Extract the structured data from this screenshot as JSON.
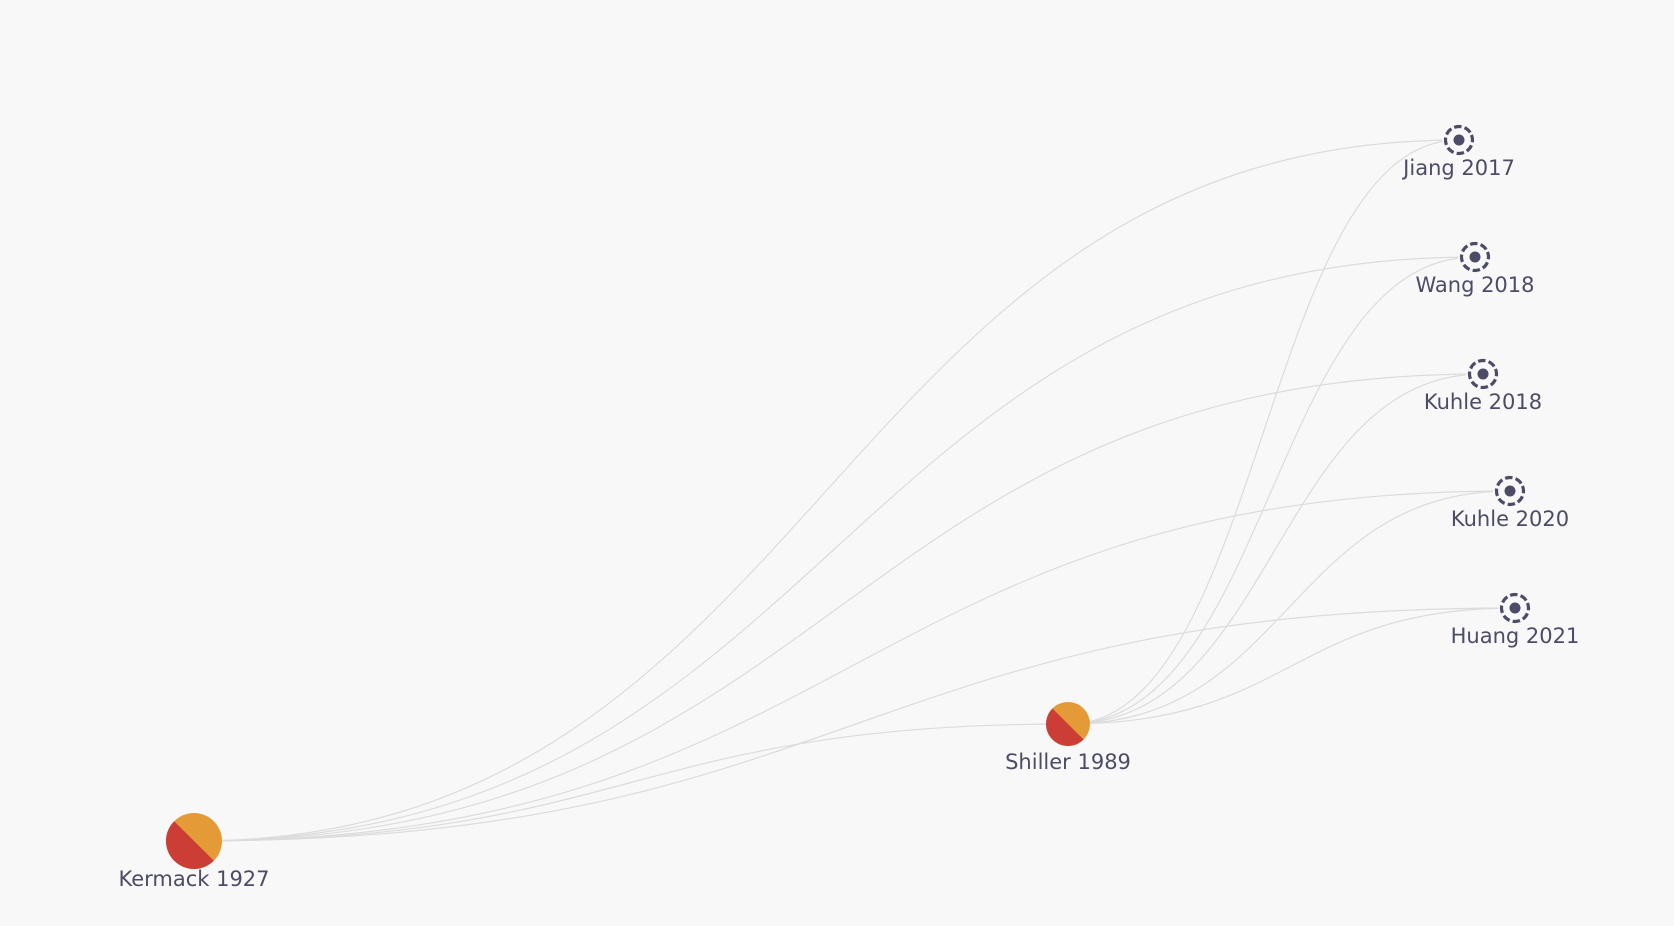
{
  "colors": {
    "background": "#f8f8f8",
    "edge": "#dcdcdc",
    "label": "#4c4c66",
    "seed_primary": "#e39a37",
    "seed_secondary": "#cc3d36",
    "target_icon": "#4c4c66"
  },
  "nodes": [
    {
      "id": "kermack1927",
      "label": "Kermack 1927",
      "kind": "seed",
      "icon": "half-circle-node"
    },
    {
      "id": "shiller1989",
      "label": "Shiller 1989",
      "kind": "seed",
      "icon": "half-circle-node"
    },
    {
      "id": "jiang2017",
      "label": "Jiang 2017",
      "kind": "target",
      "icon": "dashed-target-icon"
    },
    {
      "id": "wang2018",
      "label": "Wang 2018",
      "kind": "target",
      "icon": "dashed-target-icon"
    },
    {
      "id": "kuhle2018",
      "label": "Kuhle 2018",
      "kind": "target",
      "icon": "dashed-target-icon"
    },
    {
      "id": "kuhle2020",
      "label": "Kuhle 2020",
      "kind": "target",
      "icon": "dashed-target-icon"
    },
    {
      "id": "huang2021",
      "label": "Huang 2021",
      "kind": "target",
      "icon": "dashed-target-icon"
    }
  ],
  "edges": [
    {
      "from": "kermack1927",
      "to": "jiang2017"
    },
    {
      "from": "kermack1927",
      "to": "wang2018"
    },
    {
      "from": "kermack1927",
      "to": "kuhle2018"
    },
    {
      "from": "kermack1927",
      "to": "kuhle2020"
    },
    {
      "from": "kermack1927",
      "to": "huang2021"
    },
    {
      "from": "kermack1927",
      "to": "shiller1989"
    },
    {
      "from": "shiller1989",
      "to": "jiang2017"
    },
    {
      "from": "shiller1989",
      "to": "wang2018"
    },
    {
      "from": "shiller1989",
      "to": "kuhle2018"
    },
    {
      "from": "shiller1989",
      "to": "kuhle2020"
    },
    {
      "from": "shiller1989",
      "to": "huang2021"
    }
  ]
}
